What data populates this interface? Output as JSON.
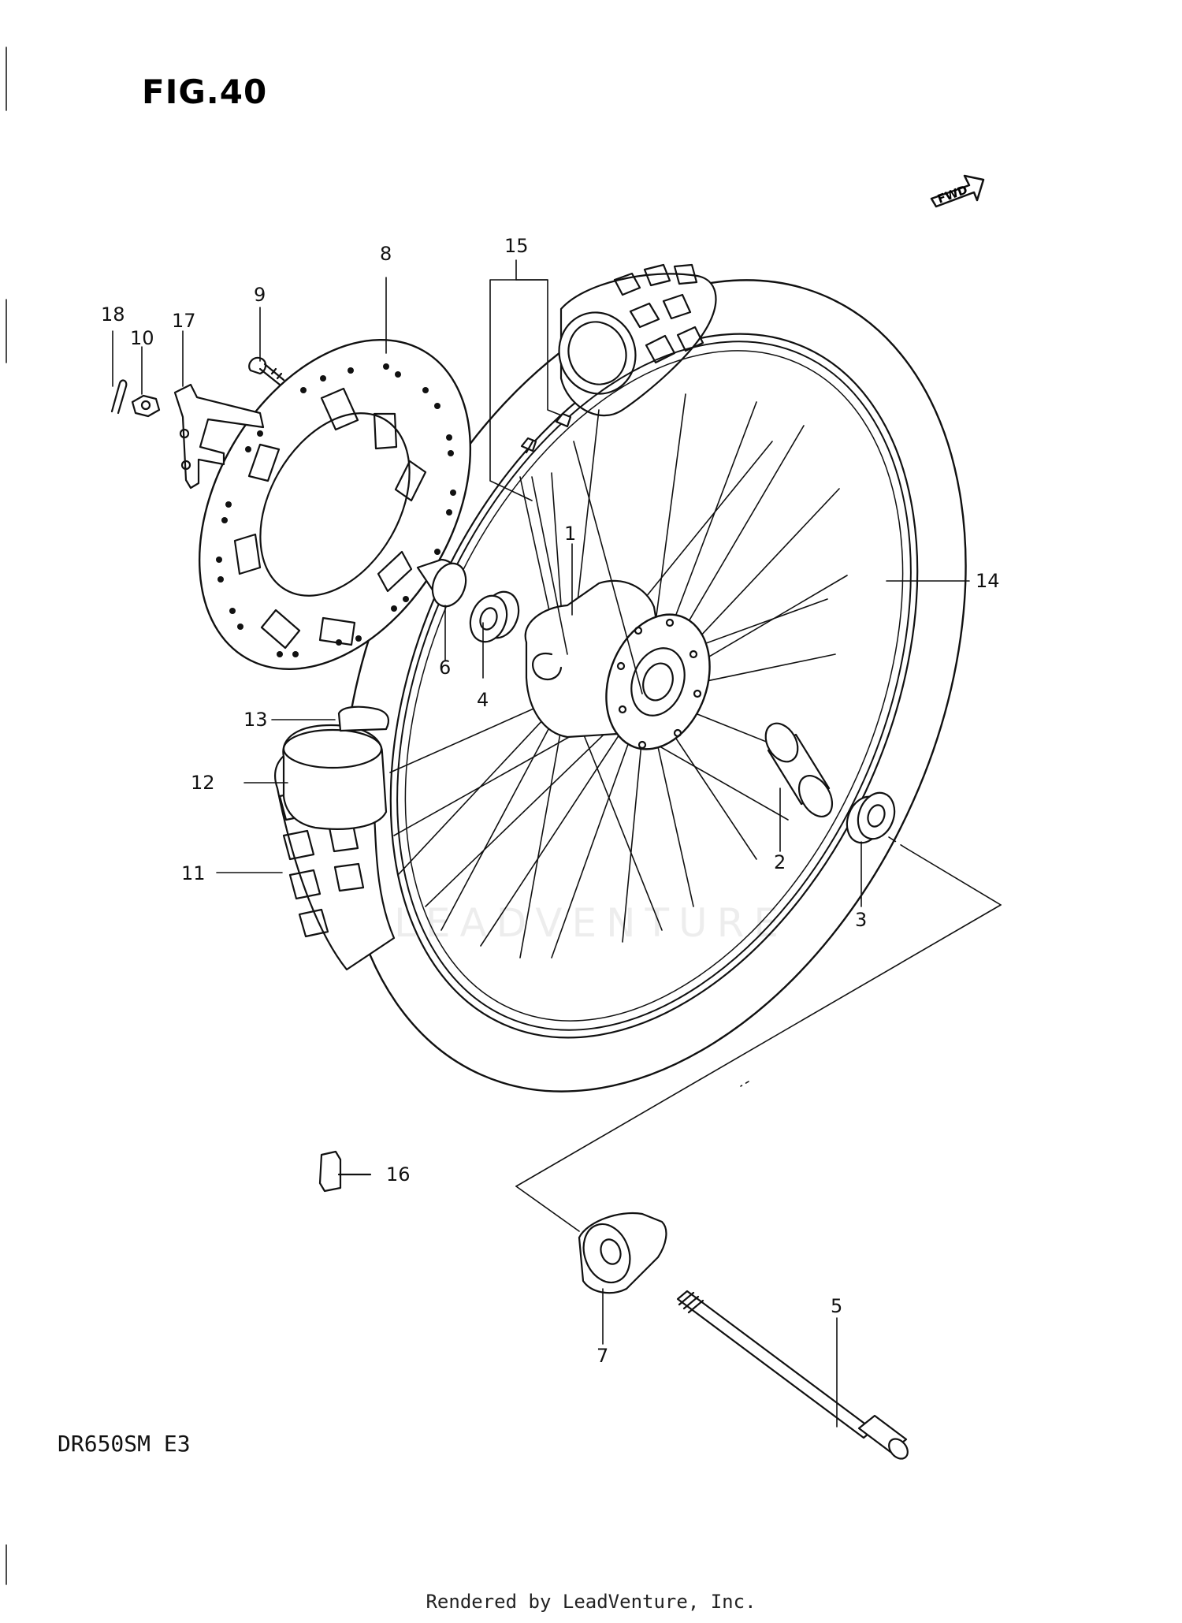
{
  "figure": {
    "title": "FIG.40",
    "model": "DR650SM  E3",
    "footer": "Rendered by LeadVenture, Inc.",
    "watermark": "LEADVENTURE",
    "fwd_label": "FWD"
  },
  "callouts": {
    "c1": "1",
    "c2": "2",
    "c3": "3",
    "c4": "4",
    "c5": "5",
    "c6": "6",
    "c7": "7",
    "c8": "8",
    "c9": "9",
    "c10": "10",
    "c11": "11",
    "c12": "12",
    "c13": "13",
    "c14": "14",
    "c15": "15",
    "c16": "16",
    "c17": "17",
    "c18": "18"
  }
}
